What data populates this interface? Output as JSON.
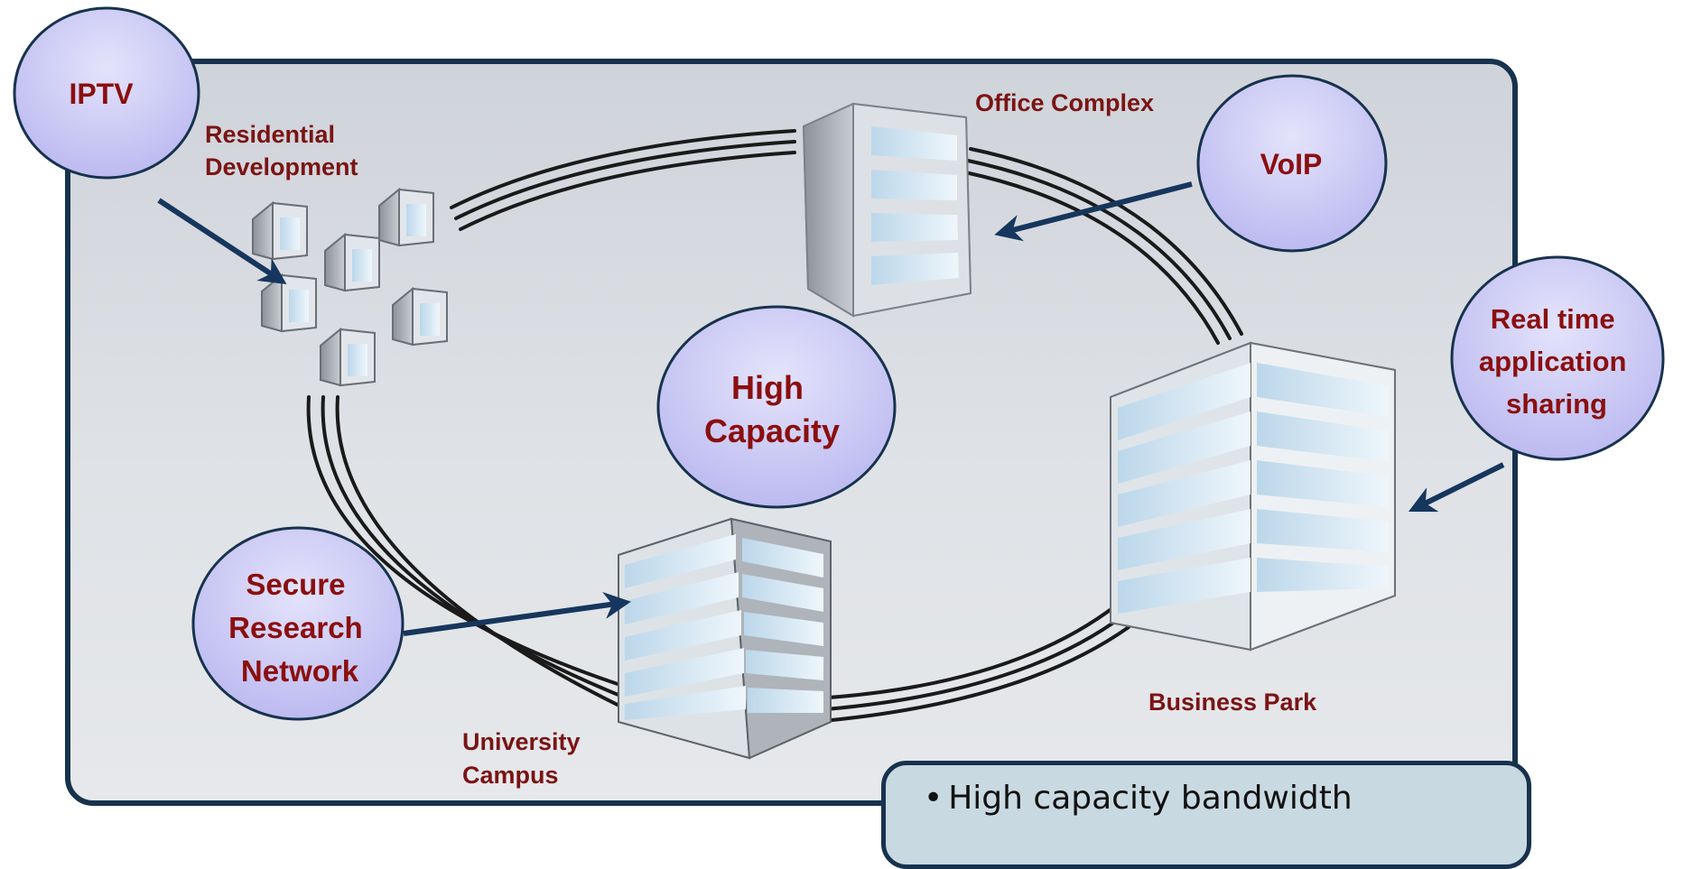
{
  "locations": {
    "residential": [
      "Residential",
      "Development"
    ],
    "office": "Office Complex",
    "business": "Business Park",
    "university": [
      "University",
      "Campus"
    ]
  },
  "bubbles": {
    "iptv": [
      "IPTV"
    ],
    "voip": [
      "VoIP"
    ],
    "high_capacity": [
      "High",
      "Capacity"
    ],
    "realtime": [
      "Real time",
      "application",
      "sharing"
    ],
    "secure": [
      "Secure",
      "Research",
      "Network"
    ]
  },
  "note": {
    "bullet": "•",
    "text": "High capacity bandwidth"
  },
  "colors": {
    "label": "#7a1414",
    "bubble_text": "#8a0f0f",
    "bubble_fill": "#c9c8f4",
    "arrow": "#17365d",
    "frame_border": "#17324d",
    "note_fill": "#c9d9e2"
  }
}
